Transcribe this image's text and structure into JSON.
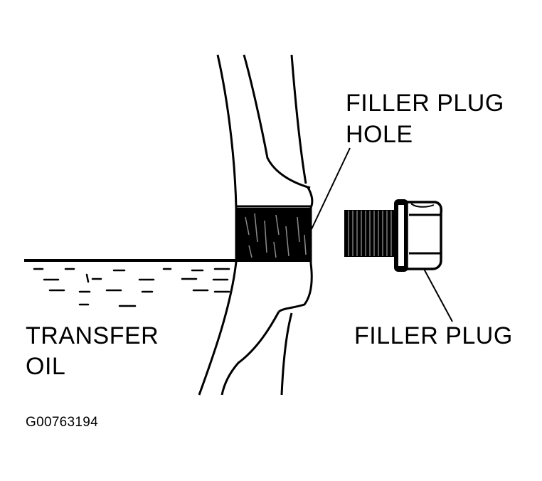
{
  "labels": {
    "filler_plug_hole": [
      "FILLER PLUG",
      "HOLE"
    ],
    "filler_plug": "FILLER PLUG",
    "transfer_oil": [
      "TRANSFER",
      "OIL"
    ],
    "figure_code": "G00763194"
  },
  "colors": {
    "ink": "#000000",
    "paper": "#ffffff"
  }
}
